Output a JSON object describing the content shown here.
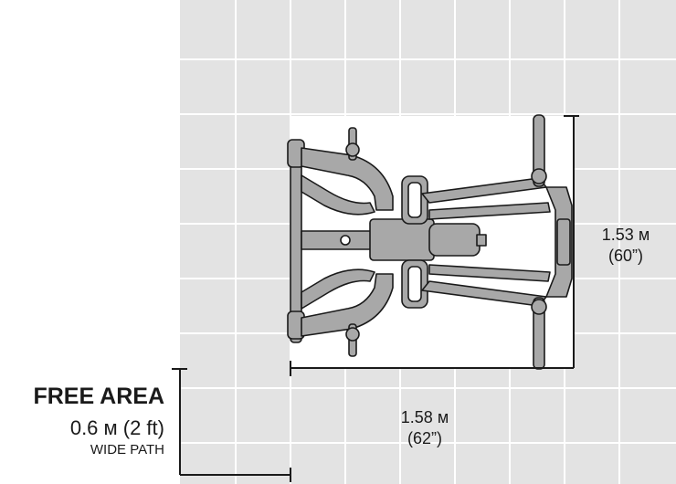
{
  "free_area": {
    "title": "FREE AREA",
    "distance": "0.6 м (2 ft)",
    "note": "WIDE PATH"
  },
  "depth_dimension": {
    "metric": "1.53 м",
    "imperial": "(60”)"
  },
  "width_dimension": {
    "metric": "1.58 м",
    "imperial": "(62”)"
  },
  "colors": {
    "grid_fill": "#e3e3e3",
    "grid_line": "#ffffff",
    "frame_fill": "#a8a8a8",
    "frame_stroke": "#1a1a1a",
    "dimension_line": "#1a1a1a"
  },
  "icons": [
    "gym-machine-icon"
  ]
}
